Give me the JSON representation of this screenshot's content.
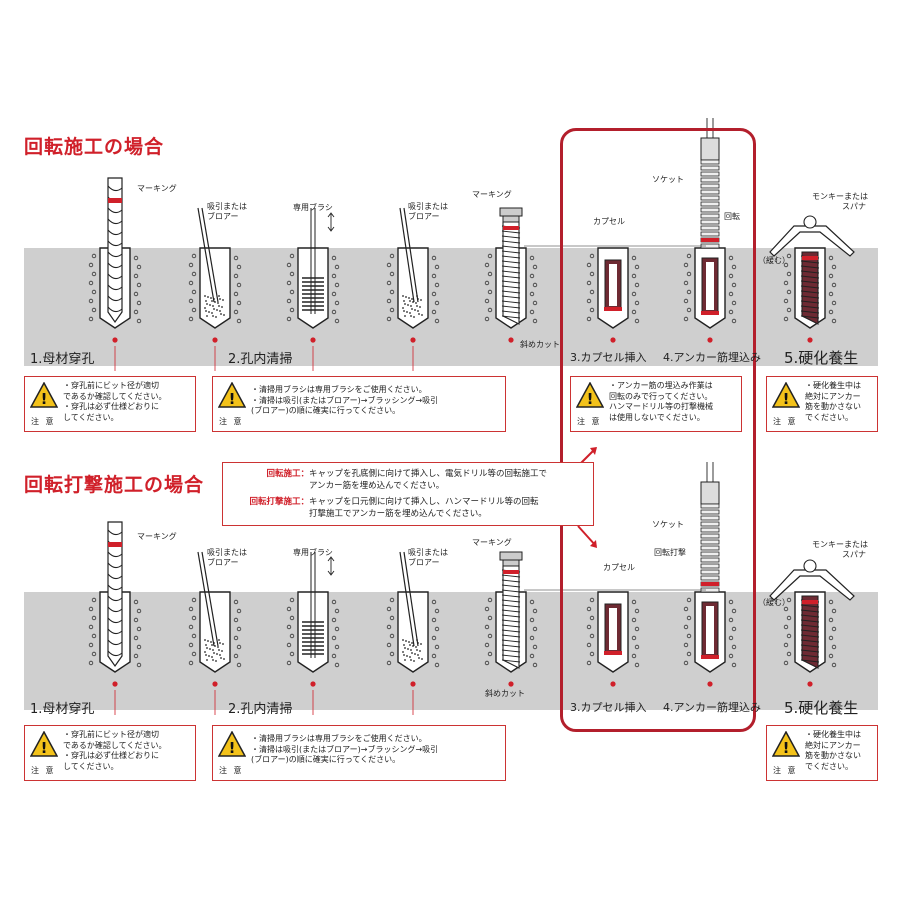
{
  "colors": {
    "accent": "#d0202a",
    "frame": "#b31f2c",
    "ground": "#cfcfcf",
    "anchor": "#6e2a33"
  },
  "section1": {
    "title": "回転施工の場合",
    "steps": [
      "1.母材穿孔",
      "2.孔内清掃",
      "3.カプセル挿入",
      "4.アンカー筋埋込み",
      "5.硬化養生"
    ],
    "labels": {
      "marking1": "マーキング",
      "blower1": [
        "吸引または",
        "ブロアー"
      ],
      "brush": "専用ブラシ",
      "blower2": [
        "吸引または",
        "ブロアー"
      ],
      "marking2": "マーキング",
      "cut": "斜めカット",
      "capsule": "カプセル",
      "socket": "ソケット",
      "rotation": "回転",
      "monkey": [
        "モンキーまたは",
        "スパナ"
      ],
      "loosen": "（緩む）"
    },
    "notes": {
      "n1": [
        "・穿孔前にビット径が適切",
        "  であるか確認してください。",
        "・穿孔は必ず仕様どおりに",
        "  してください。"
      ],
      "n2": [
        "・清掃用ブラシは専用ブラシをご使用ください。",
        "・清掃は吸引(またはブロアー)→ブラッシング→吸引",
        "  (ブロアー)の順に確実に行ってください。"
      ],
      "n3": [
        "・アンカー筋の埋込み作業は",
        "  回転のみで行ってください。",
        "  ハンマードリル等の打撃機械",
        "  は使用しないでください。"
      ],
      "n4": [
        "・硬化養生中は",
        "  絶対にアンカー",
        "  筋を動かさない",
        "  でください。"
      ]
    }
  },
  "section2": {
    "title": "回転打撃施工の場合",
    "steps": [
      "1.母材穿孔",
      "2.孔内清掃",
      "3.カプセル挿入",
      "4.アンカー筋埋込み",
      "5.硬化養生"
    ],
    "labels": {
      "marking1": "マーキング",
      "blower1": [
        "吸引または",
        "ブロアー"
      ],
      "brush": "専用ブラシ",
      "blower2": [
        "吸引または",
        "ブロアー"
      ],
      "marking2": "マーキング",
      "cut": "斜めカット",
      "capsule": "カプセル",
      "socket": "ソケット",
      "rotation": "回転打撃",
      "monkey": [
        "モンキーまたは",
        "スパナ"
      ],
      "loosen": "（緩む）"
    },
    "notes": {
      "n1": [
        "・穿孔前にビット径が適切",
        "  であるか確認してください。",
        "・穿孔は必ず仕様どおりに",
        "  してください。"
      ],
      "n2": [
        "・清掃用ブラシは専用ブラシをご使用ください。",
        "・清掃は吸引(またはブロアー)→ブラッシング→吸引",
        "  (ブロアー)の順に確実に行ってください。"
      ],
      "n4": [
        "・硬化養生中は",
        "  絶対にアンカー",
        "  筋を動かさない",
        "  でください。"
      ]
    }
  },
  "caution": "注 意",
  "explain": {
    "k1": "回転施工：",
    "t1": [
      "キャップを孔底側に向けて挿入し、電気ドリル等の回転施工で",
      "アンカー筋を埋め込んでください。"
    ],
    "k2": "回転打撃施工：",
    "t2": [
      "キャップを口元側に向けて挿入し、ハンマードリル等の回転",
      "打撃施工でアンカー筋を埋め込んでください。"
    ]
  }
}
